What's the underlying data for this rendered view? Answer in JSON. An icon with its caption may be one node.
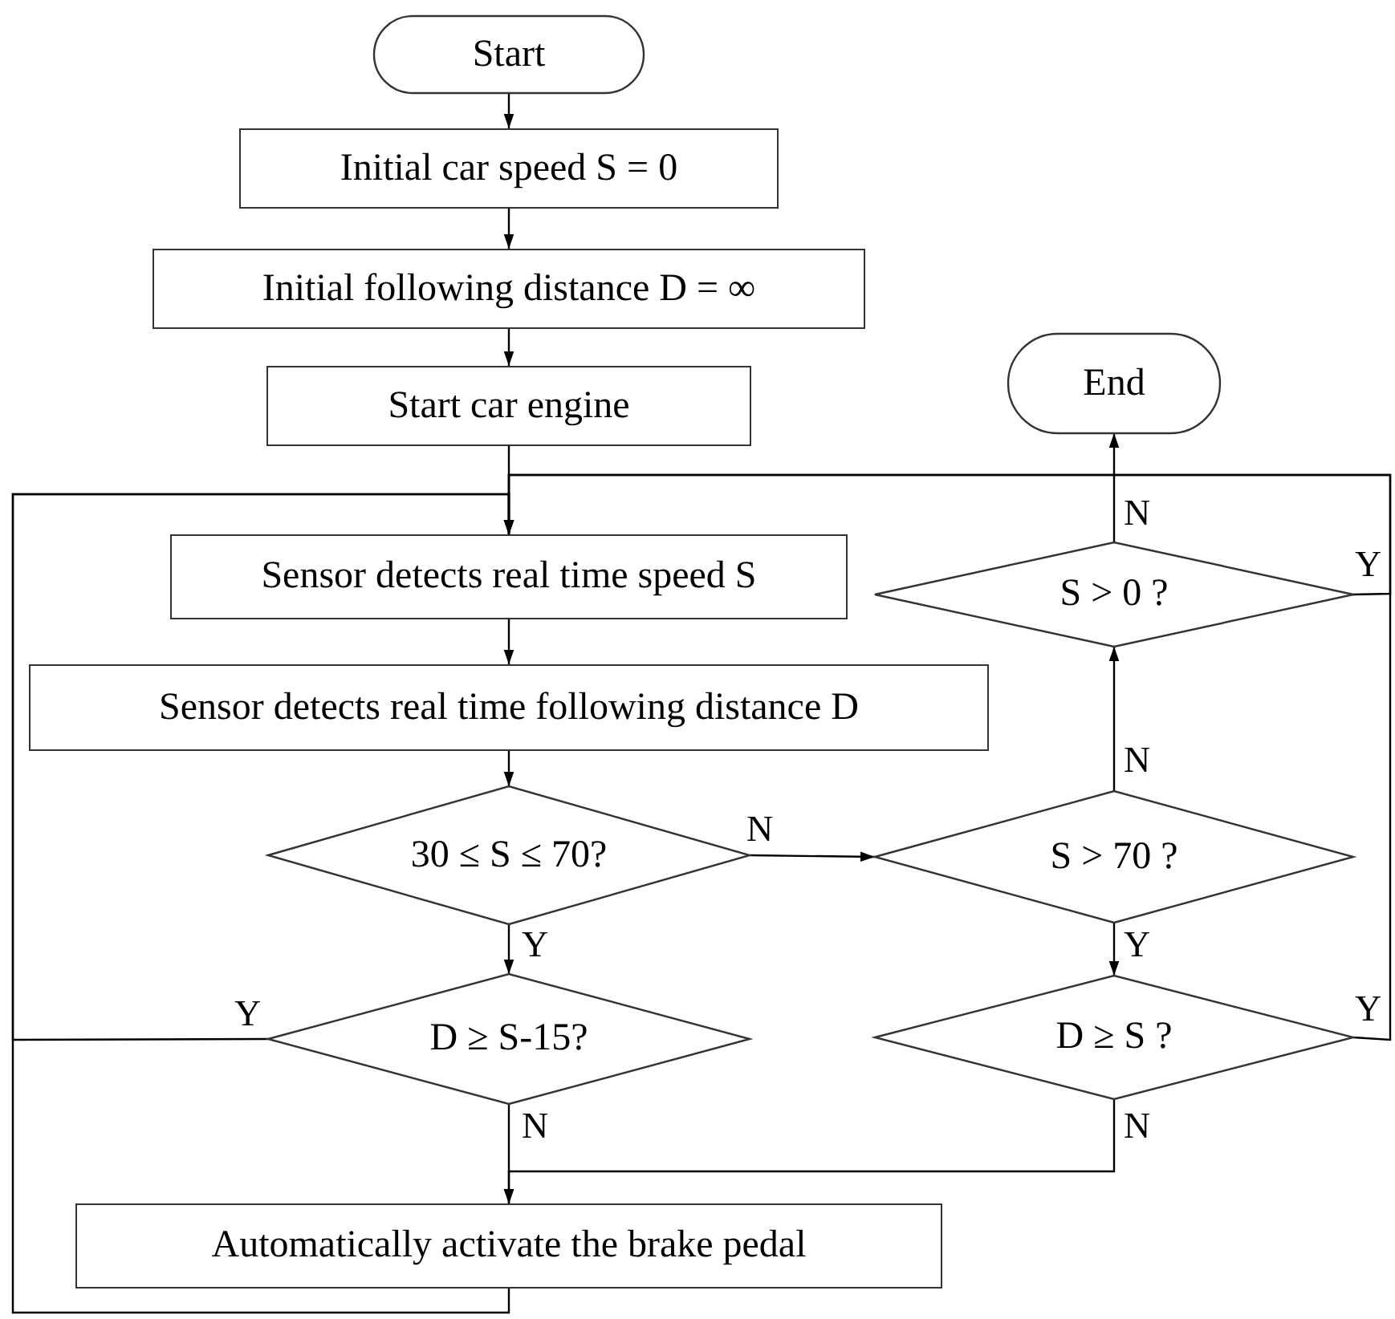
{
  "diagram": {
    "nodes": [
      {
        "text": [
          "Start"
        ]
      },
      {
        "text": [
          "Initial car speed S = 0"
        ]
      },
      {
        "text": [
          "Initial following distance D = ∞"
        ]
      },
      {
        "text": [
          "Start car engine"
        ]
      },
      {
        "text": [
          "Sensor detects real time speed S"
        ]
      },
      {
        "text": [
          "Sensor detects real time following distance D"
        ]
      },
      {
        "text": [
          "30 ≤ S ≤ 70?"
        ]
      },
      {
        "text": [
          "D ≥ S-15?"
        ]
      },
      {
        "text": [
          "Automatically activate the brake pedal"
        ]
      },
      {
        "text": [
          "End"
        ]
      },
      {
        "text": [
          "S > 0 ?"
        ]
      },
      {
        "text": [
          "S > 70 ?"
        ]
      },
      {
        "text": [
          "D ≥ S ?"
        ]
      }
    ],
    "edges": [
      {
        "from": 0,
        "to": 1,
        "arrow": "to"
      },
      {
        "from": 1,
        "to": 2,
        "arrow": "to"
      },
      {
        "from": 2,
        "to": 3,
        "arrow": "to"
      },
      {
        "from": 3,
        "to": 4,
        "arrow": "to"
      },
      {
        "from": 4,
        "to": 5,
        "arrow": "to"
      },
      {
        "from": 5,
        "to": 6,
        "arrow": "to"
      },
      {
        "from": 6,
        "to": 7,
        "arrow": "to",
        "label": "Y"
      },
      {
        "from": 6,
        "to": 11,
        "arrow": "to",
        "label": "N"
      },
      {
        "from": 7,
        "to": 4,
        "arrow": "to",
        "label": "Y"
      },
      {
        "from": 11,
        "to": 10,
        "arrow": "to",
        "label": "N"
      },
      {
        "from": 10,
        "to": 9,
        "arrow": "to",
        "label": "N"
      },
      {
        "from": 11,
        "to": 12,
        "arrow": "to",
        "label": "Y"
      },
      {
        "from": 7,
        "to": 8,
        "arrow": "to",
        "label": "N"
      },
      {
        "from": 12,
        "to": 8,
        "arrow": "to",
        "label": "N"
      },
      {
        "from": 10,
        "to": 4,
        "arrow": "to",
        "label": "Y"
      },
      {
        "from": 12,
        "to": 4,
        "arrow": "to",
        "label": "Y"
      },
      {
        "from": 8,
        "to": 4,
        "arrow": "to"
      }
    ]
  }
}
